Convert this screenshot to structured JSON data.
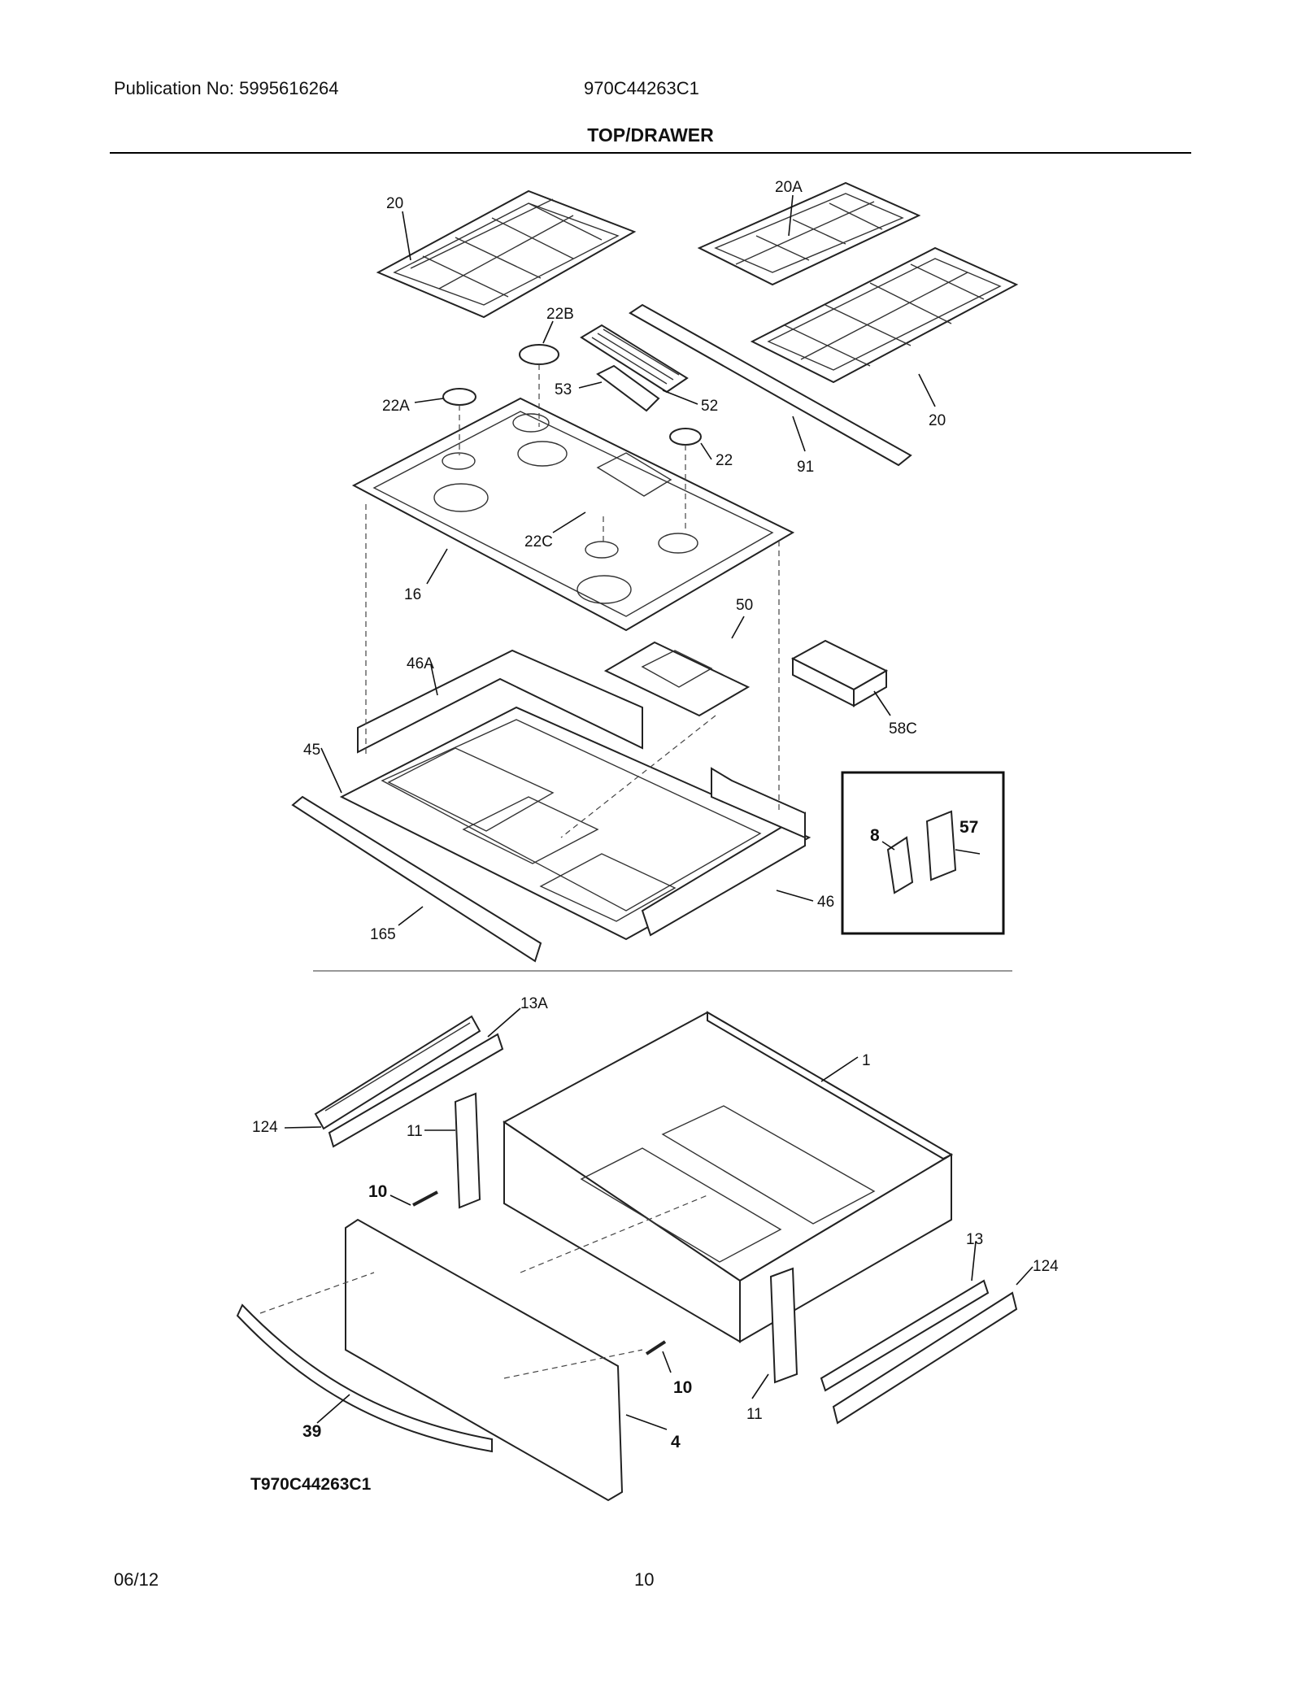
{
  "header": {
    "publication": "Publication No: 5995616264",
    "model": "970C44263C1",
    "title": "TOP/DRAWER"
  },
  "callouts": {
    "c20_left": "20",
    "c20a": "20A",
    "c22b": "22B",
    "c53": "53",
    "c52": "52",
    "c22a": "22A",
    "c22": "22",
    "c91": "91",
    "c20_right": "20",
    "c22c": "22C",
    "c16": "16",
    "c50": "50",
    "c46a": "46A",
    "c58c": "58C",
    "c45": "45",
    "c8": "8",
    "c57": "57",
    "c46": "46",
    "c165": "165",
    "c13a": "13A",
    "c1": "1",
    "c124_left": "124",
    "c11_left": "11",
    "c10_left": "10",
    "c13": "13",
    "c124_right": "124",
    "c10_right": "10",
    "c11_right": "11",
    "c39": "39",
    "c4": "4",
    "diagram_id": "T970C44263C1"
  },
  "footer": {
    "date": "06/12",
    "page": "10"
  }
}
